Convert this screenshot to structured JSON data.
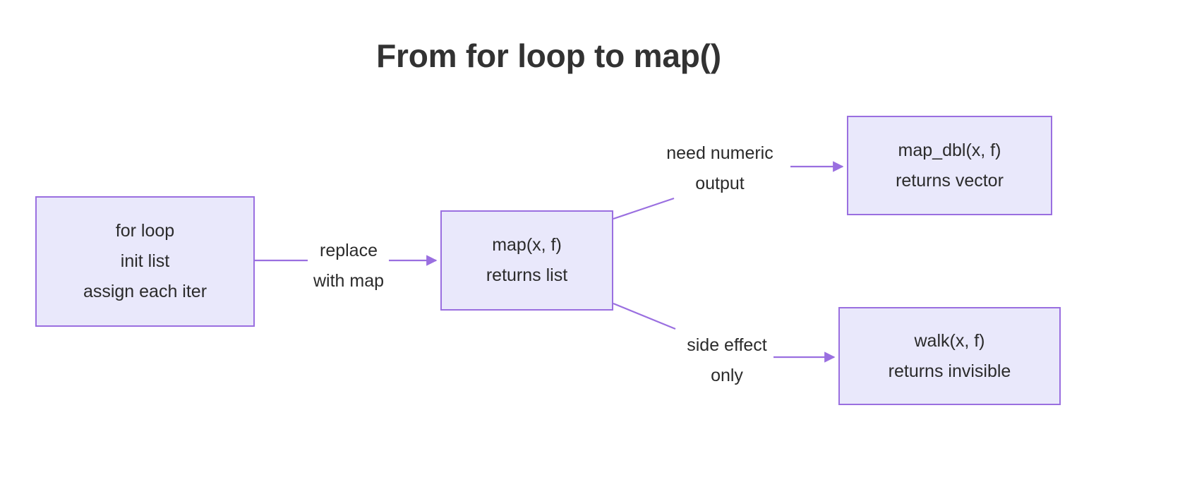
{
  "title": "From for loop to map()",
  "colors": {
    "node_fill": "#e9e8fb",
    "node_border": "#9a6fe0",
    "edge": "#9a6fe0",
    "text": "#2b2b2b",
    "title_text": "#323232",
    "background": "#ffffff"
  },
  "nodes": {
    "for_loop": {
      "line1": "for loop",
      "line2": "init list",
      "line3": "assign each iter"
    },
    "map": {
      "line1": "map(x, f)",
      "line2": "returns list"
    },
    "map_dbl": {
      "line1": "map_dbl(x, f)",
      "line2": "returns vector"
    },
    "walk": {
      "line1": "walk(x, f)",
      "line2": "returns invisible"
    }
  },
  "edges": {
    "replace": {
      "line1": "replace",
      "line2": "with map"
    },
    "need_numeric": {
      "line1": "need numeric",
      "line2": "output"
    },
    "side_effect": {
      "line1": "side effect",
      "line2": "only"
    }
  }
}
